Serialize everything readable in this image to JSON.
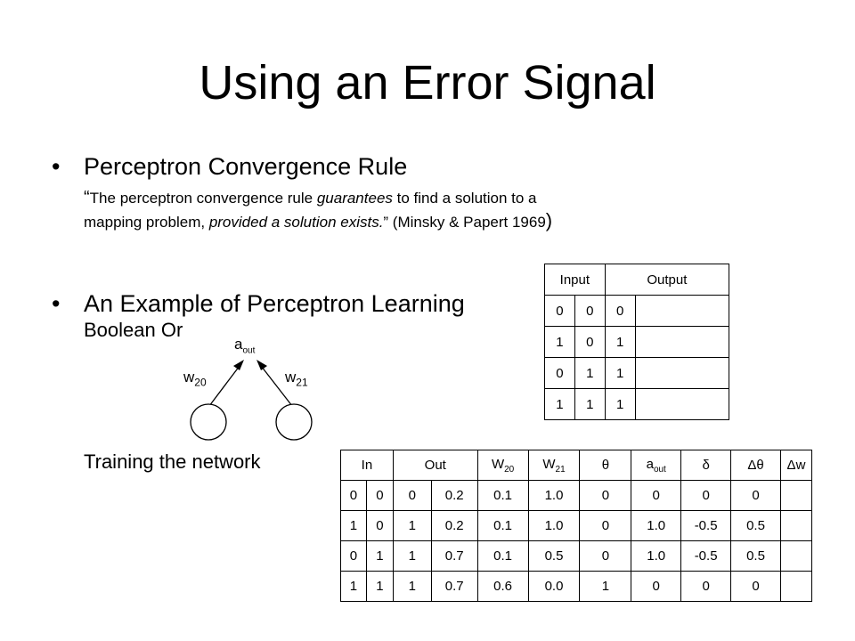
{
  "slide": {
    "title": "Using an Error Signal",
    "bullet_symbol": "•",
    "bullets": [
      {
        "label": "Perceptron Convergence Rule"
      },
      {
        "label": "An Example of Perceptron Learning"
      }
    ],
    "quote": {
      "open_mark": "“",
      "part1": "The perceptron convergence rule ",
      "emph1": "guarantees",
      "part2": " to find a solution to a mapping problem, ",
      "emph2": "provided a solution exists.",
      "part3": "” (Minsky & Papert 1969",
      "close_paren": ")"
    },
    "sub_boolean": "Boolean Or",
    "sub_training": "Training the network"
  },
  "network": {
    "output_node_label": "a",
    "output_node_sub": "out",
    "left_weight_label": "w",
    "left_weight_sub": "20",
    "right_weight_label": "w",
    "right_weight_sub": "21"
  },
  "io_table": {
    "headers": [
      "Input",
      "Output"
    ],
    "rows": [
      [
        "0",
        "0",
        "0"
      ],
      [
        "1",
        "0",
        "1"
      ],
      [
        "0",
        "1",
        "1"
      ],
      [
        "1",
        "1",
        "1"
      ]
    ]
  },
  "train_table": {
    "headers": {
      "in": "In",
      "out": "Out",
      "w20": "W",
      "w20_sub": "20",
      "w21": "W",
      "w21_sub": "21",
      "theta": "θ",
      "aout": "a",
      "aout_sub": "out",
      "delta": "δ",
      "dtheta": "Δθ",
      "dw": "Δw"
    },
    "rows": [
      [
        "0",
        "0",
        "0",
        "0.2",
        "0.1",
        "1.0",
        "0",
        "0",
        "0",
        "0"
      ],
      [
        "1",
        "0",
        "1",
        "0.2",
        "0.1",
        "1.0",
        "0",
        "1.0",
        "-0.5",
        "0.5"
      ],
      [
        "0",
        "1",
        "1",
        "0.7",
        "0.1",
        "0.5",
        "0",
        "1.0",
        "-0.5",
        "0.5"
      ],
      [
        "1",
        "1",
        "1",
        "0.7",
        "0.6",
        "0.0",
        "1",
        "0",
        "0",
        "0"
      ]
    ]
  }
}
